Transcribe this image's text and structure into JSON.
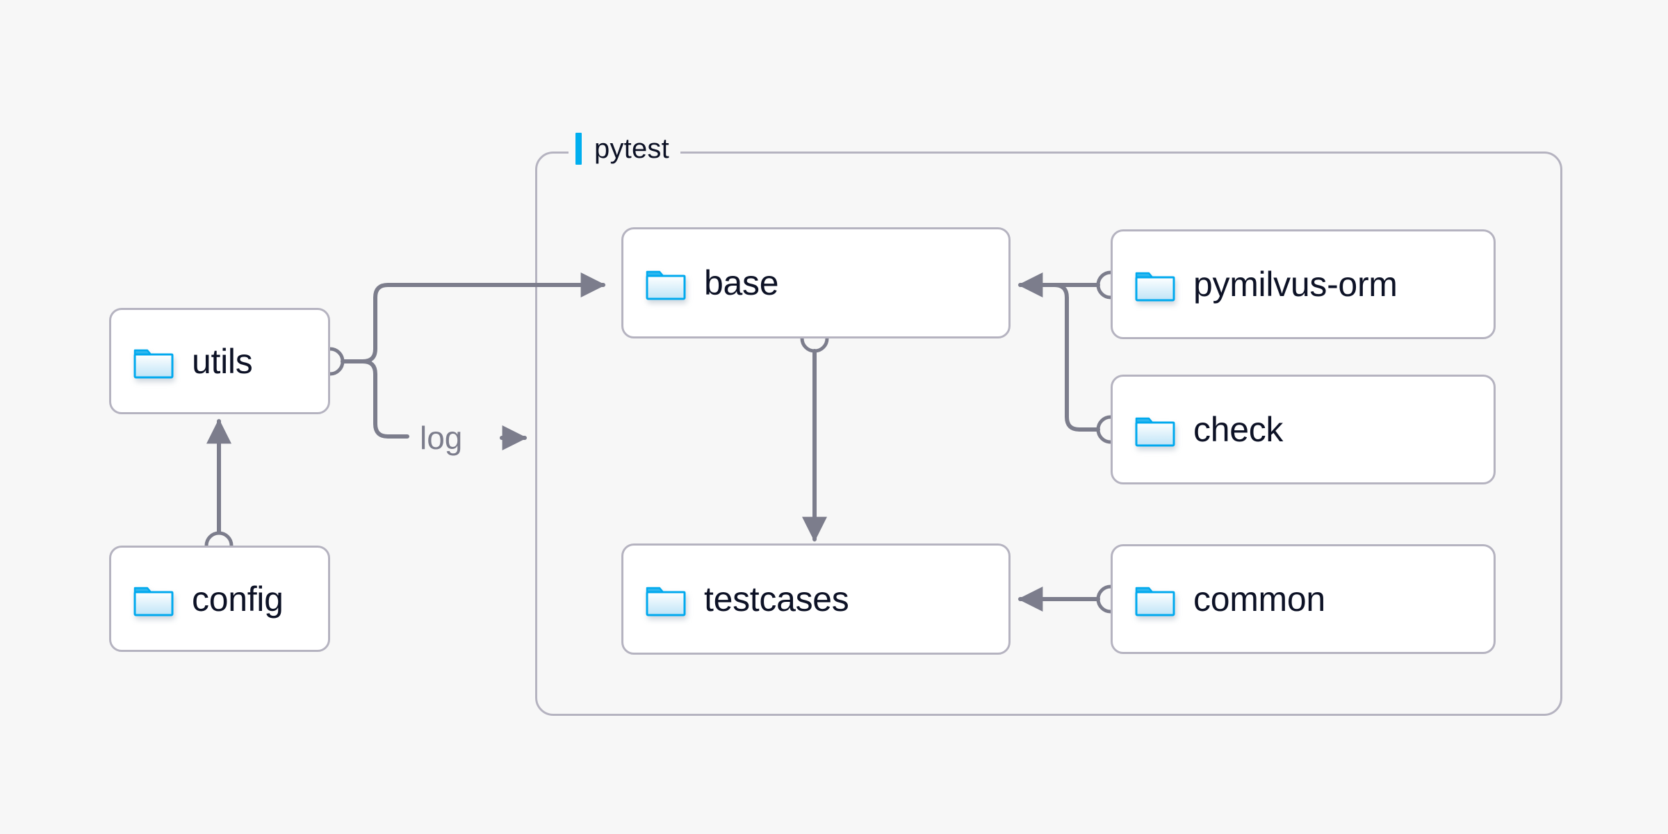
{
  "diagram": {
    "background_color": "#f7f7f7",
    "accent_color": "#00aeef",
    "line_color": "#7c7d8c",
    "border_color": "#b5b3c0",
    "text_color": "#0d1226",
    "group": {
      "name": "pytest",
      "label": "pytest"
    },
    "nodes": {
      "utils": {
        "label": "utils",
        "icon": "folder-icon"
      },
      "config": {
        "label": "config",
        "icon": "folder-icon"
      },
      "base": {
        "label": "base",
        "icon": "folder-icon"
      },
      "testcases": {
        "label": "testcases",
        "icon": "folder-icon"
      },
      "pymilvus_orm": {
        "label": "pymilvus-orm",
        "icon": "folder-icon"
      },
      "check": {
        "label": "check",
        "icon": "folder-icon"
      },
      "common": {
        "label": "common",
        "icon": "folder-icon"
      }
    },
    "edges": [
      {
        "from": "config",
        "to": "utils",
        "label": ""
      },
      {
        "from": "utils",
        "to": "base",
        "label": ""
      },
      {
        "from": "utils",
        "to": "pytest",
        "label": "log"
      },
      {
        "from": "base",
        "to": "testcases",
        "label": ""
      },
      {
        "from": "pymilvus_orm",
        "to": "base",
        "label": ""
      },
      {
        "from": "check",
        "to": "base",
        "label": ""
      },
      {
        "from": "common",
        "to": "testcases",
        "label": ""
      }
    ],
    "edge_labels": {
      "log": "log"
    }
  }
}
